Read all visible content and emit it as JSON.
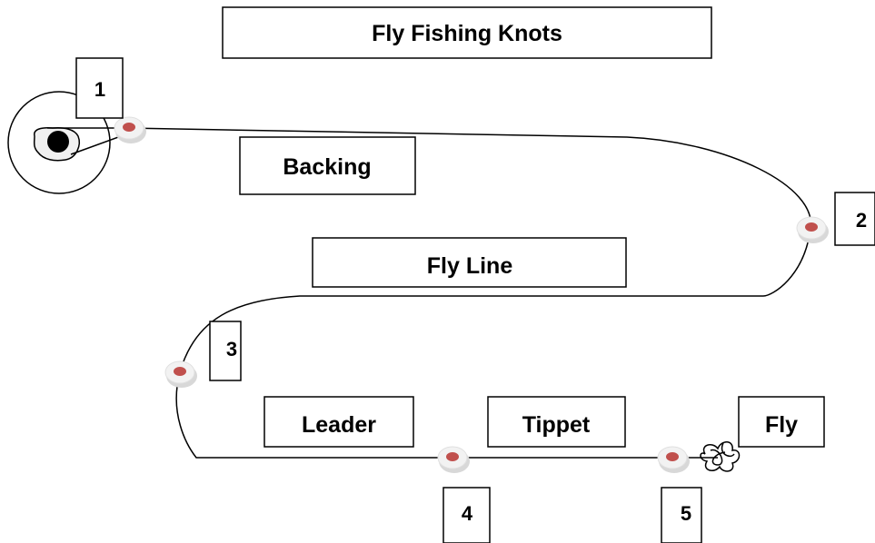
{
  "title": "Fly Fishing Knots",
  "segments": {
    "backing": "Backing",
    "fly_line": "Fly Line",
    "leader": "Leader",
    "tippet": "Tippet",
    "fly": "Fly"
  },
  "knots": [
    "1",
    "2",
    "3",
    "4",
    "5"
  ],
  "colors": {
    "line": "#000000",
    "knot_fill": "#c0504d",
    "knot_disc": "#f2f2f2",
    "knot_shadow": "#d8d8d8"
  }
}
